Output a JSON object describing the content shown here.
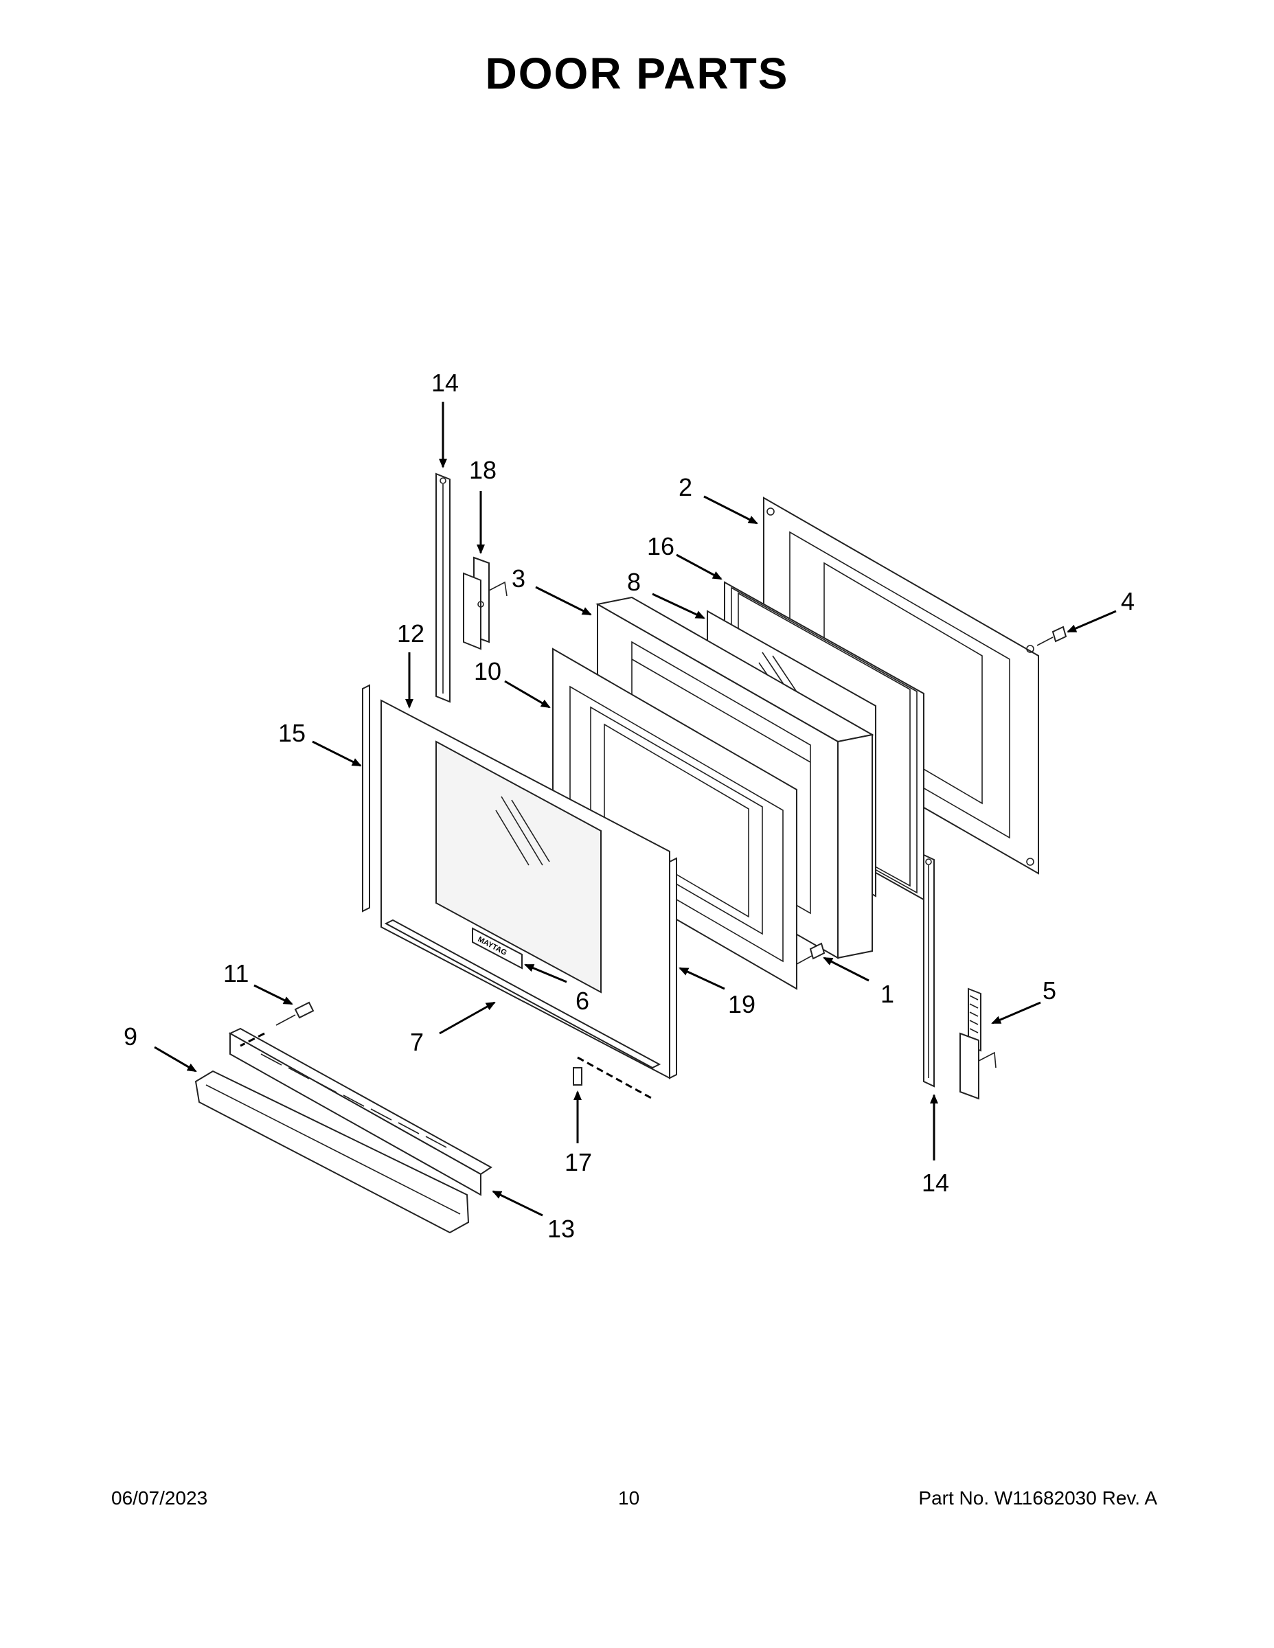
{
  "title": "DOOR PARTS",
  "footer": {
    "date": "06/07/2023",
    "page": "10",
    "part_number": "Part No.  W11682030  Rev.  A"
  },
  "callouts": {
    "c14_top": "14",
    "c18": "18",
    "c2": "2",
    "c16": "16",
    "c3": "3",
    "c8": "8",
    "c4": "4",
    "c12": "12",
    "c10": "10",
    "c15": "15",
    "c11": "11",
    "c6": "6",
    "c19": "19",
    "c1": "1",
    "c5": "5",
    "c9": "9",
    "c7": "7",
    "c17": "17",
    "c14_bottom": "14",
    "c13": "13"
  },
  "brand_badge": "MAYTAG"
}
